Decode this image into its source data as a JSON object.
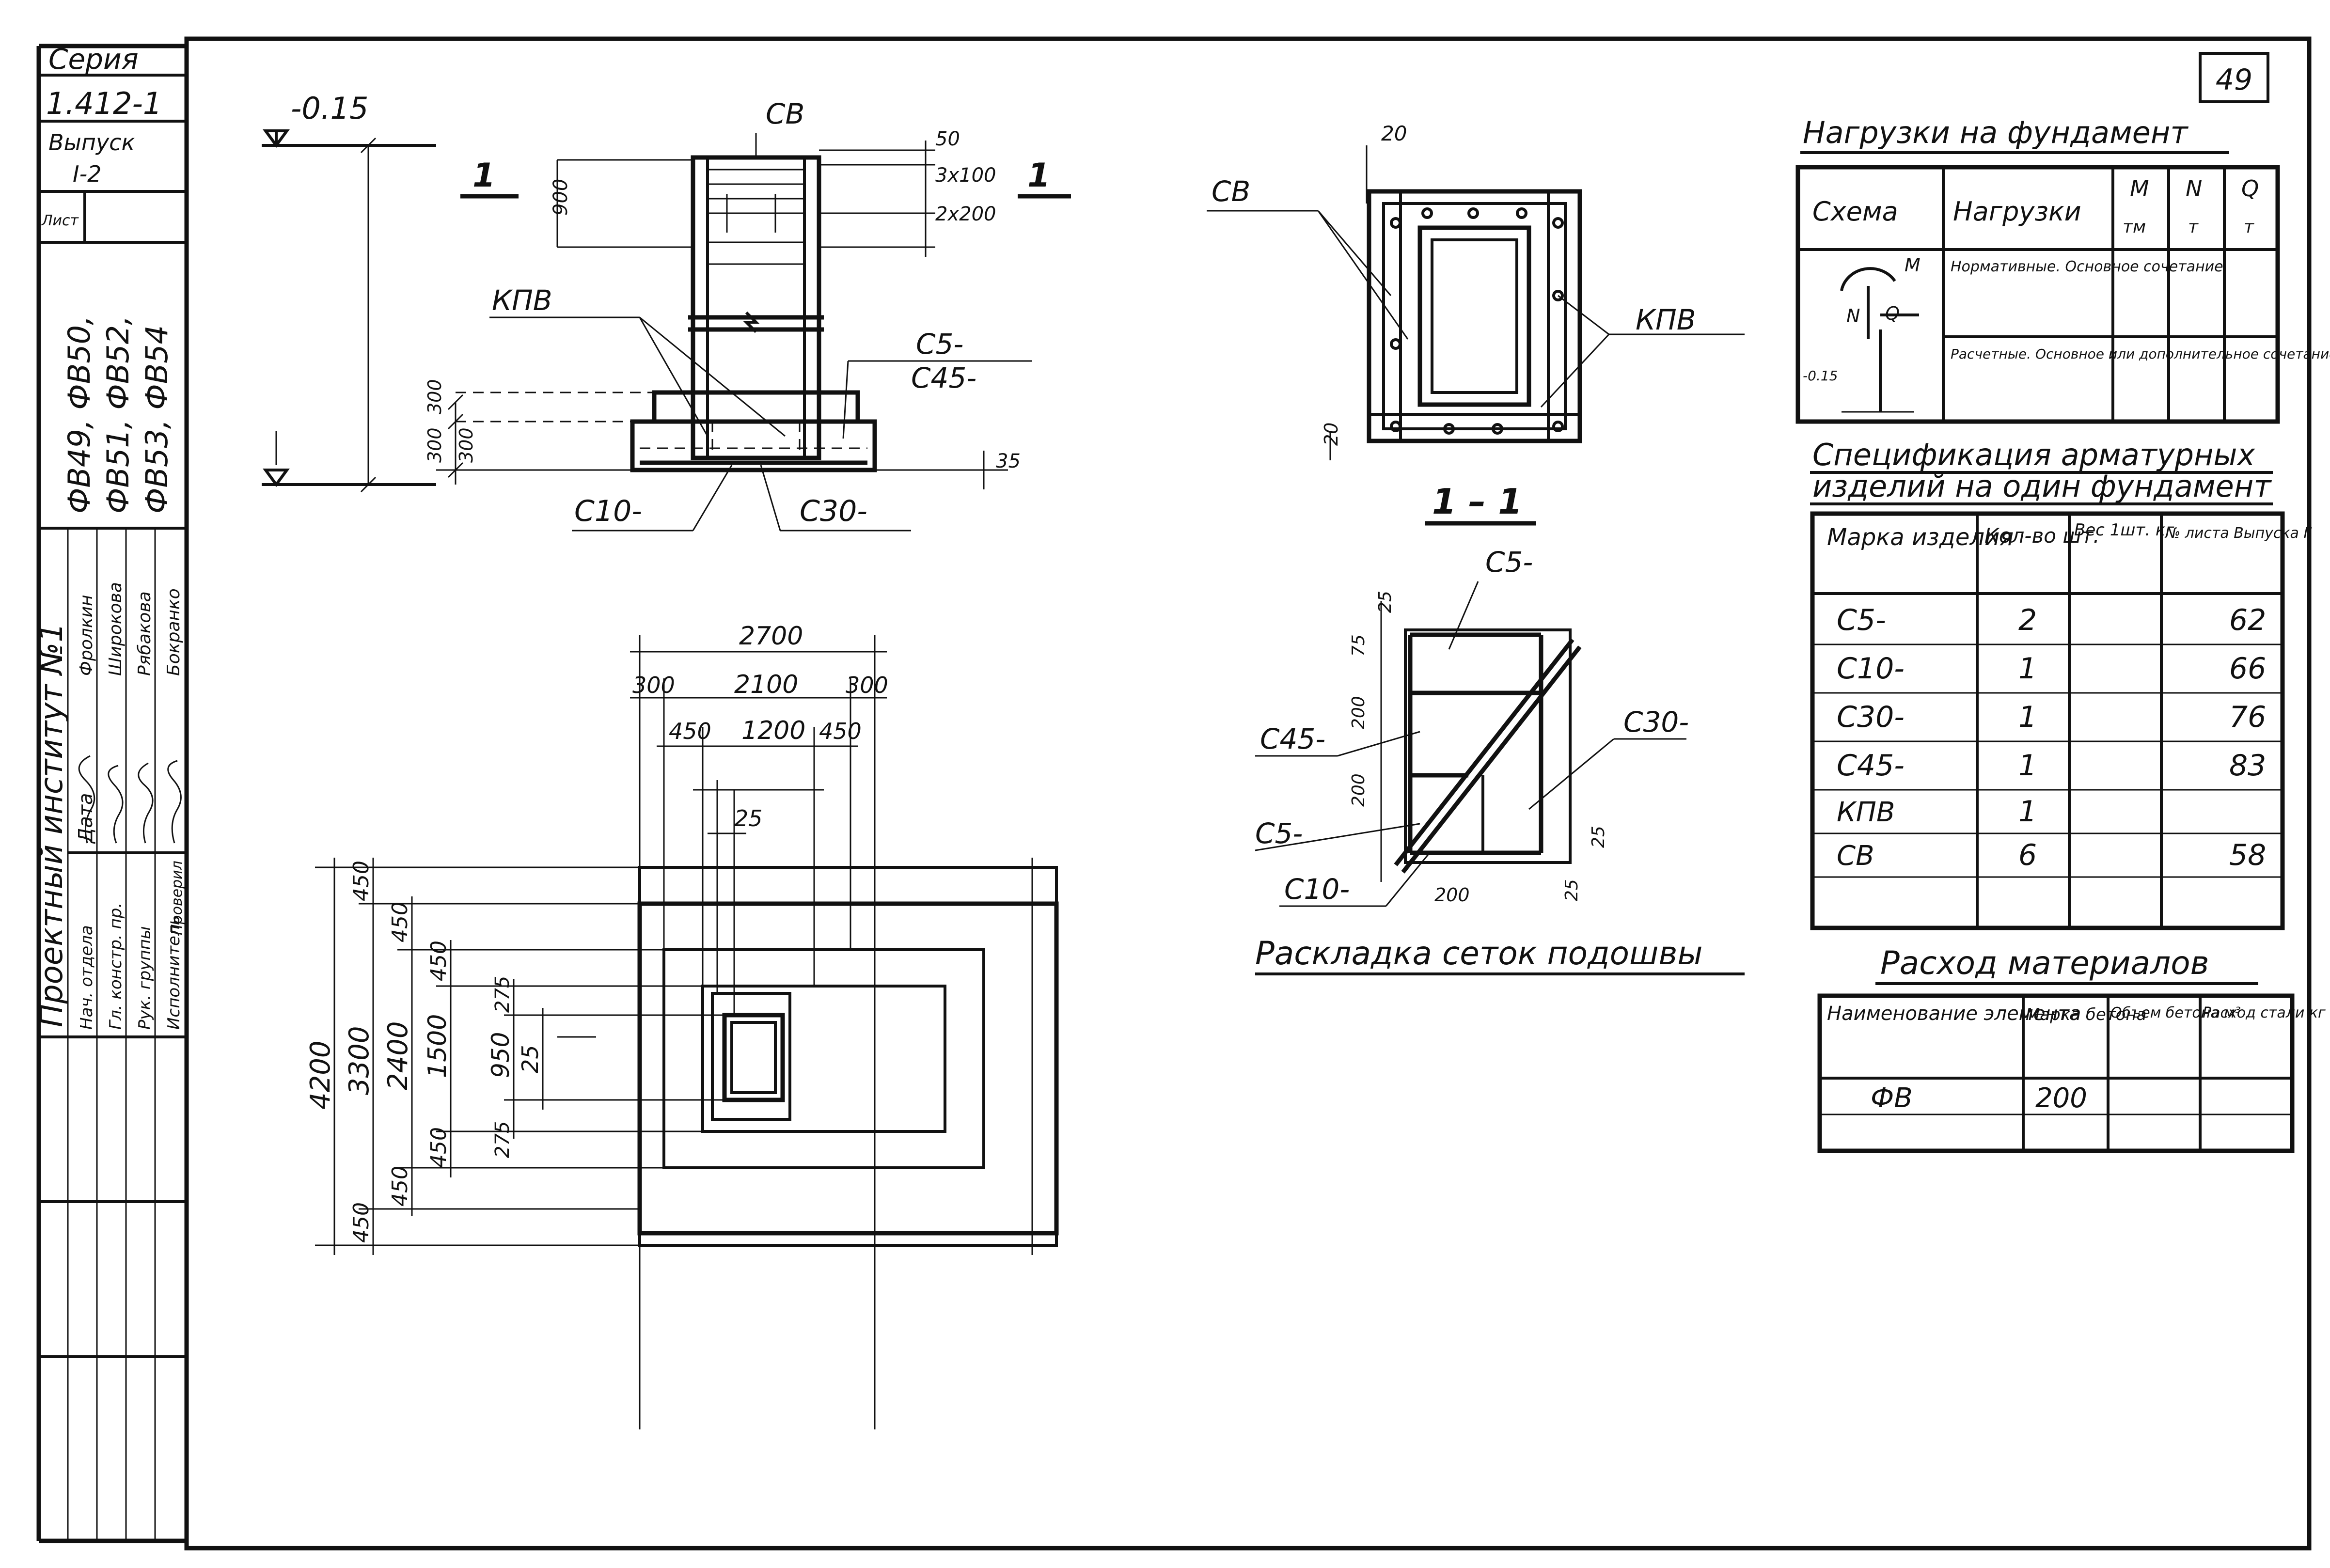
{
  "page_number": "49",
  "stamp": {
    "series_label": "Серия",
    "series_value": "1.412-1",
    "issue_label": "Выпуск",
    "issue_value": "I-2",
    "sheet_label": "Лист",
    "marks": [
      "ФВ49, ФВ50,",
      "ФВ51, ФВ52,",
      "ФВ53, ФВ54"
    ],
    "institute": "Проектный институт №1",
    "date_label": "Дата",
    "roles": [
      "Нач. отдела",
      "Гл. констр. пр.",
      "Рук. группы",
      "Исполнитель",
      "Проверил"
    ],
    "names": [
      "Фролкин",
      "Широкова",
      "Рябакова",
      "Бокранко"
    ],
    "signatures": [
      "Фролкин",
      "Широкова",
      "Рябакова",
      "Бокранко"
    ]
  },
  "elevation": {
    "level_top": "-0.15",
    "cb": "СВ",
    "kpb": "КПВ",
    "c5": "С5-",
    "c45": "С45-",
    "c10": "С10-",
    "c30": "С30-",
    "section_mark": "1",
    "dims": {
      "d50": "50",
      "d3x100": "3х100",
      "d2x200": "2х200",
      "d900": "900",
      "d300a": "300",
      "d300b": "300",
      "d300c": "300",
      "d35": "35"
    }
  },
  "plan": {
    "w2700": "2700",
    "w300a": "300",
    "w2100": "2100",
    "w300b": "300",
    "w450a": "450",
    "w1200": "1200",
    "w450b": "450",
    "w25": "25",
    "h4200": "4200",
    "h3300": "3300",
    "h2400": "2400",
    "h1500": "1500",
    "h950": "950",
    "h450a": "450",
    "h450b": "450",
    "h450c": "450",
    "h450d": "450",
    "h450e": "450",
    "h450f": "450",
    "h275a": "275",
    "h275b": "275",
    "h25": "25"
  },
  "section": {
    "title": "1 – 1",
    "cb": "СВ",
    "kpb": "КПВ",
    "d20a": "20",
    "d20b": "20"
  },
  "mesh": {
    "title": "Раскладка сеток подошвы",
    "c5a": "С5-",
    "c5b": "С5-",
    "c45": "С45-",
    "c30": "С30-",
    "c10": "С10-",
    "d25a": "25",
    "d75": "75",
    "d200a": "200",
    "d200b": "200",
    "d200c": "200",
    "d25b": "25",
    "d25c": "25"
  },
  "loads": {
    "title": "Нагрузки на фундамент",
    "headers": [
      "Схема",
      "Нагрузки",
      "M",
      "N",
      "Q"
    ],
    "units": [
      "тм",
      "т",
      "т"
    ],
    "rows": [
      "Нормативные. Основное сочетание",
      "Расчетные. Основное или дополнительное сочетание"
    ],
    "schema_labels": {
      "m": "M",
      "n": "N",
      "q": "Q",
      "level": "-0.15"
    }
  },
  "spec": {
    "title_line1": "Спецификация арматурных",
    "title_line2": "изделий на один фундамент",
    "headers": [
      "Марка изделия",
      "Кол-во шт.",
      "Вес 1шт. кг",
      "№ листа Выпуска II"
    ],
    "rows": [
      {
        "mark": "С5-",
        "qty": "2",
        "weight": "",
        "sheet": "62"
      },
      {
        "mark": "С10-",
        "qty": "1",
        "weight": "",
        "sheet": "66"
      },
      {
        "mark": "С30-",
        "qty": "1",
        "weight": "",
        "sheet": "76"
      },
      {
        "mark": "С45-",
        "qty": "1",
        "weight": "",
        "sheet": "83"
      },
      {
        "mark": "КПВ",
        "qty": "1",
        "weight": "",
        "sheet": ""
      },
      {
        "mark": "СВ",
        "qty": "6",
        "weight": "",
        "sheet": "58"
      }
    ]
  },
  "materials": {
    "title": "Расход материалов",
    "headers": [
      "Наименование элемента",
      "Марка бетона",
      "Объем бетона м³",
      "Расход стали кг"
    ],
    "rows": [
      {
        "name": "ФВ",
        "grade": "200",
        "volume": "",
        "steel": ""
      }
    ]
  }
}
